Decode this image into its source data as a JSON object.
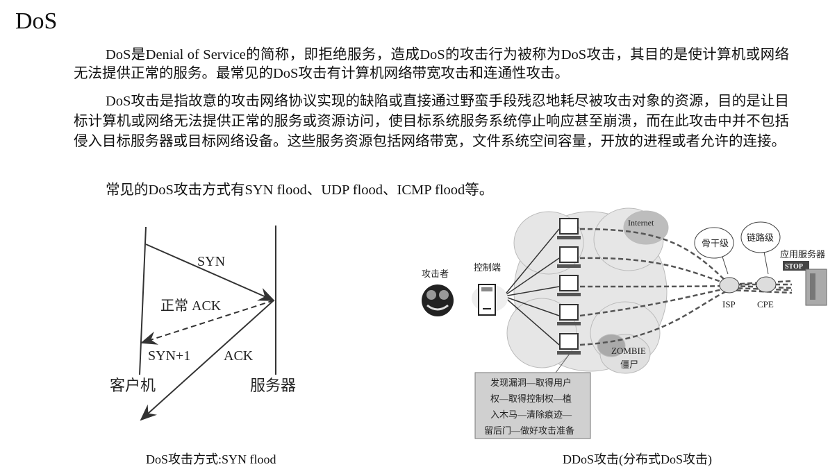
{
  "title": "DoS",
  "paragraphs": [
    "DoS是Denial of Service的简称，即拒绝服务，造成DoS的攻击行为被称为DoS攻击，其目的是使计算机或网络无法提供正常的服务。最常见的DoS攻击有计算机网络带宽攻击和连通性攻击。",
    "DoS攻击是指故意的攻击网络协议实现的缺陷或直接通过野蛮手段残忍地耗尽被攻击对象的资源，目的是让目标计算机或网络无法提供正常的服务或资源访问，使目标系统服务系统停止响应甚至崩溃，而在此攻击中并不包括侵入目标服务器或目标网络设备。这些服务资源包括网络带宽，文件系统空间容量，开放的进程或者允许的连接。",
    "常见的DoS攻击方式有SYN  flood、UDP flood、ICMP flood等。"
  ],
  "syn_diagram": {
    "syn": "SYN",
    "normal_ack": "正常 ACK",
    "syn_plus_1": "SYN+1",
    "ack": "ACK",
    "client": "客户机",
    "server": "服务器",
    "caption": "DoS攻击方式:SYN  flood"
  },
  "ddos_diagram": {
    "attacker": "攻击者",
    "controller": "控制端",
    "internet": "Internet",
    "backbone": "骨干级",
    "link": "链路级",
    "app_server": "应用服务器",
    "stop": "STOP",
    "isp": "ISP",
    "cpe": "CPE",
    "zombie": "ZOMBIE",
    "zombie_cn": "僵尸",
    "steps": [
      "发现漏洞—取得用户",
      "权—取得控制权—植",
      "入木马—清除痕迹—",
      "留后门—做好攻击准备"
    ],
    "caption": "DDoS攻击(分布式DoS攻击)"
  }
}
